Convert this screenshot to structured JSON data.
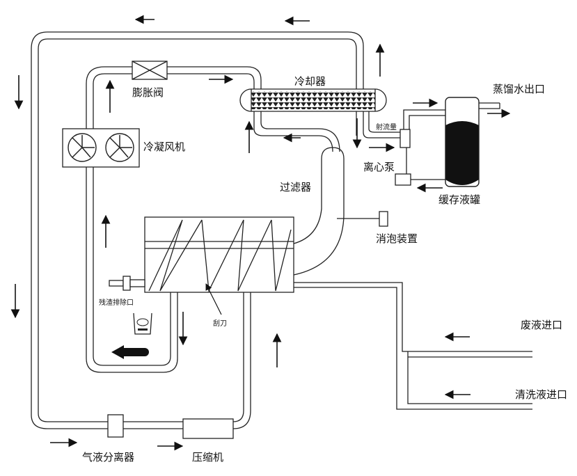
{
  "labels": {
    "expansion_valve": "膨胀阀",
    "cooler": "冷却器",
    "condenser_fan": "冷凝风机",
    "filter": "过滤器",
    "distilled_water_outlet": "蒸馏水出口",
    "jet_flow": "射流量",
    "centrifugal_pump": "离心泵",
    "storage_tank": "缓存液罐",
    "defoamer": "消泡装置",
    "residue_outlet": "残渣排除口",
    "scraper": "刮刀",
    "waste_inlet": "废液进口",
    "cleaning_inlet": "清洗液进口",
    "gas_liquid_separator": "气液分离器",
    "compressor": "压缩机"
  },
  "colors": {
    "line": "#222222",
    "background": "#ffffff",
    "liquid": "#111111"
  }
}
